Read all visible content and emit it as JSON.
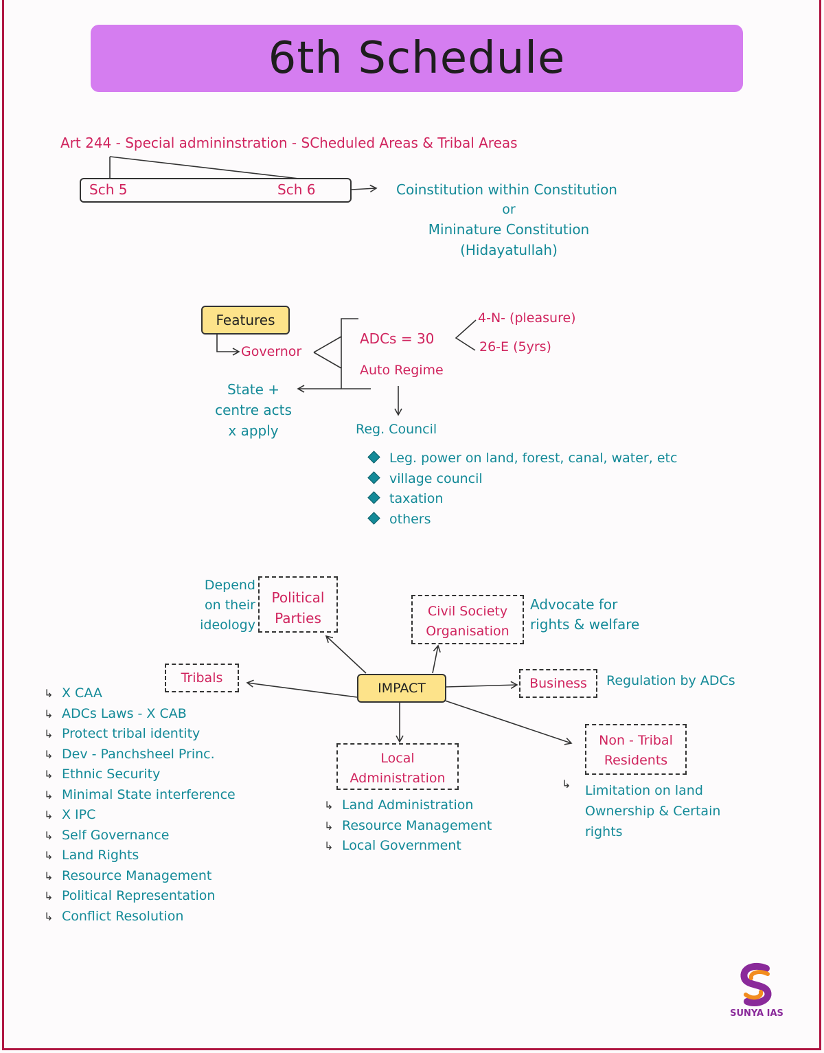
{
  "title": "6th Schedule",
  "art244": "Art 244 - Special admininstration - SCheduled Areas & Tribal Areas",
  "sch5": "Sch 5",
  "sch6": "Sch 6",
  "constitution": {
    "line1": "Coinstitution within Constitution",
    "line2": "or",
    "line3": "Mininature Constitution",
    "line4": "(Hidayatullah)"
  },
  "features": {
    "box": "Features",
    "governor": "Governor",
    "adcs": "ADCs = 30",
    "four_n": "4-N- (pleasure)",
    "twentysix_e": "26-E (5yrs)",
    "auto_regime": "Auto Regime",
    "state_centre": [
      "State +",
      "centre acts",
      "x apply"
    ],
    "reg_council": "Reg. Council",
    "council_items": [
      "Leg. power on land, forest, canal, water, etc",
      "village council",
      "taxation",
      "others"
    ]
  },
  "impact": {
    "center": "IMPACT",
    "political_parties": [
      "Political",
      "Parties"
    ],
    "political_note": [
      "Depend",
      "on their",
      "ideology"
    ],
    "civil_society": [
      "Civil Society",
      "Organisation"
    ],
    "civil_note": [
      "Advocate for",
      "rights & welfare"
    ],
    "business": "Business",
    "business_note": "Regulation by ADCs",
    "tribals": "Tribals",
    "tribal_items": [
      "X CAA",
      "ADCs Laws - X CAB",
      "Protect tribal identity",
      "Dev - Panchsheel Princ.",
      "Ethnic Security",
      "Minimal State interference",
      "X IPC",
      "Self Governance",
      "Land Rights",
      "Resource Management",
      "Political Representation",
      "Conflict Resolution"
    ],
    "local_admin": [
      "Local",
      "Administration"
    ],
    "local_items": [
      "Land Administration",
      "Resource Management",
      "Local Government"
    ],
    "non_tribal": [
      "Non - Tribal",
      "Residents"
    ],
    "non_tribal_note": [
      "Limitation on land",
      "Ownership & Certain",
      "rights"
    ]
  },
  "logo": {
    "text": "SUNYA IAS",
    "colors": [
      "#f28c1f",
      "#8a2a9a"
    ]
  }
}
